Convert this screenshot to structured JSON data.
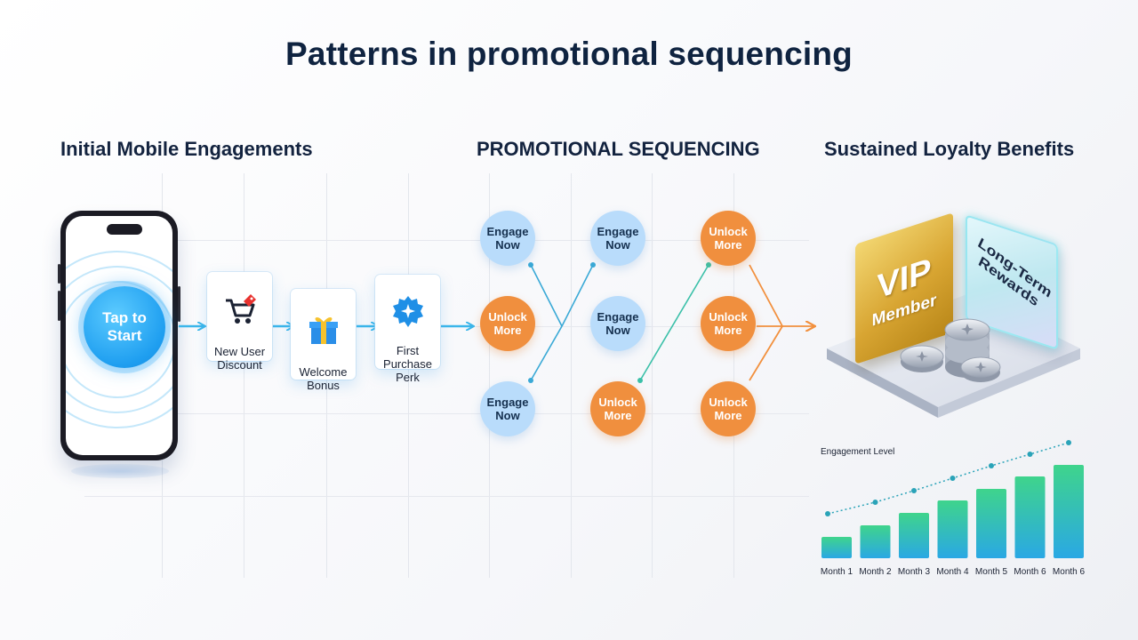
{
  "title": "Patterns in promotional sequencing",
  "sections": {
    "initial": "Initial Mobile Engagements",
    "sequencing": "PROMOTIONAL SEQUENCING",
    "loyalty": "Sustained Loyalty Benefits"
  },
  "phone": {
    "button_label": "Tap to\nStart"
  },
  "steps": [
    {
      "label": "New User\nDiscount",
      "icon": "shopping-cart-icon"
    },
    {
      "label": "Welcome\nBonus",
      "icon": "gift-box-icon"
    },
    {
      "label": "First\nPurchase\nPerk",
      "icon": "star-badge-icon"
    }
  ],
  "sequence": {
    "col1": [
      "Engage\nNow",
      "Unlock\nMore",
      "Engage\nNow"
    ],
    "col2": [
      "Engage\nNow",
      "Engage\nNow",
      "Unlock\nMore"
    ],
    "col3": [
      "Unlock\nMore",
      "Unlock\nMore",
      "Unlock\nMore"
    ]
  },
  "loyalty": {
    "vip_big": "VIP",
    "vip_small": "Member",
    "rewards": "Long-Term\nRewards"
  },
  "colors": {
    "engage": "#b9dcfb",
    "unlock": "#f08f3e",
    "flow_arrow": "#3bb6ea",
    "title": "#0f2340"
  },
  "chart_data": {
    "type": "bar",
    "title": "Engagement Level",
    "categories": [
      "Month 1",
      "Month 2",
      "Month 3",
      "Month 4",
      "Month 5",
      "Month 6",
      "Month 6"
    ],
    "values": [
      24,
      37,
      51,
      65,
      78,
      92,
      105
    ],
    "trend": [
      50,
      63,
      76,
      90,
      104,
      117,
      130
    ],
    "ylim": [
      0,
      140
    ],
    "grid": false,
    "legend": "none"
  }
}
